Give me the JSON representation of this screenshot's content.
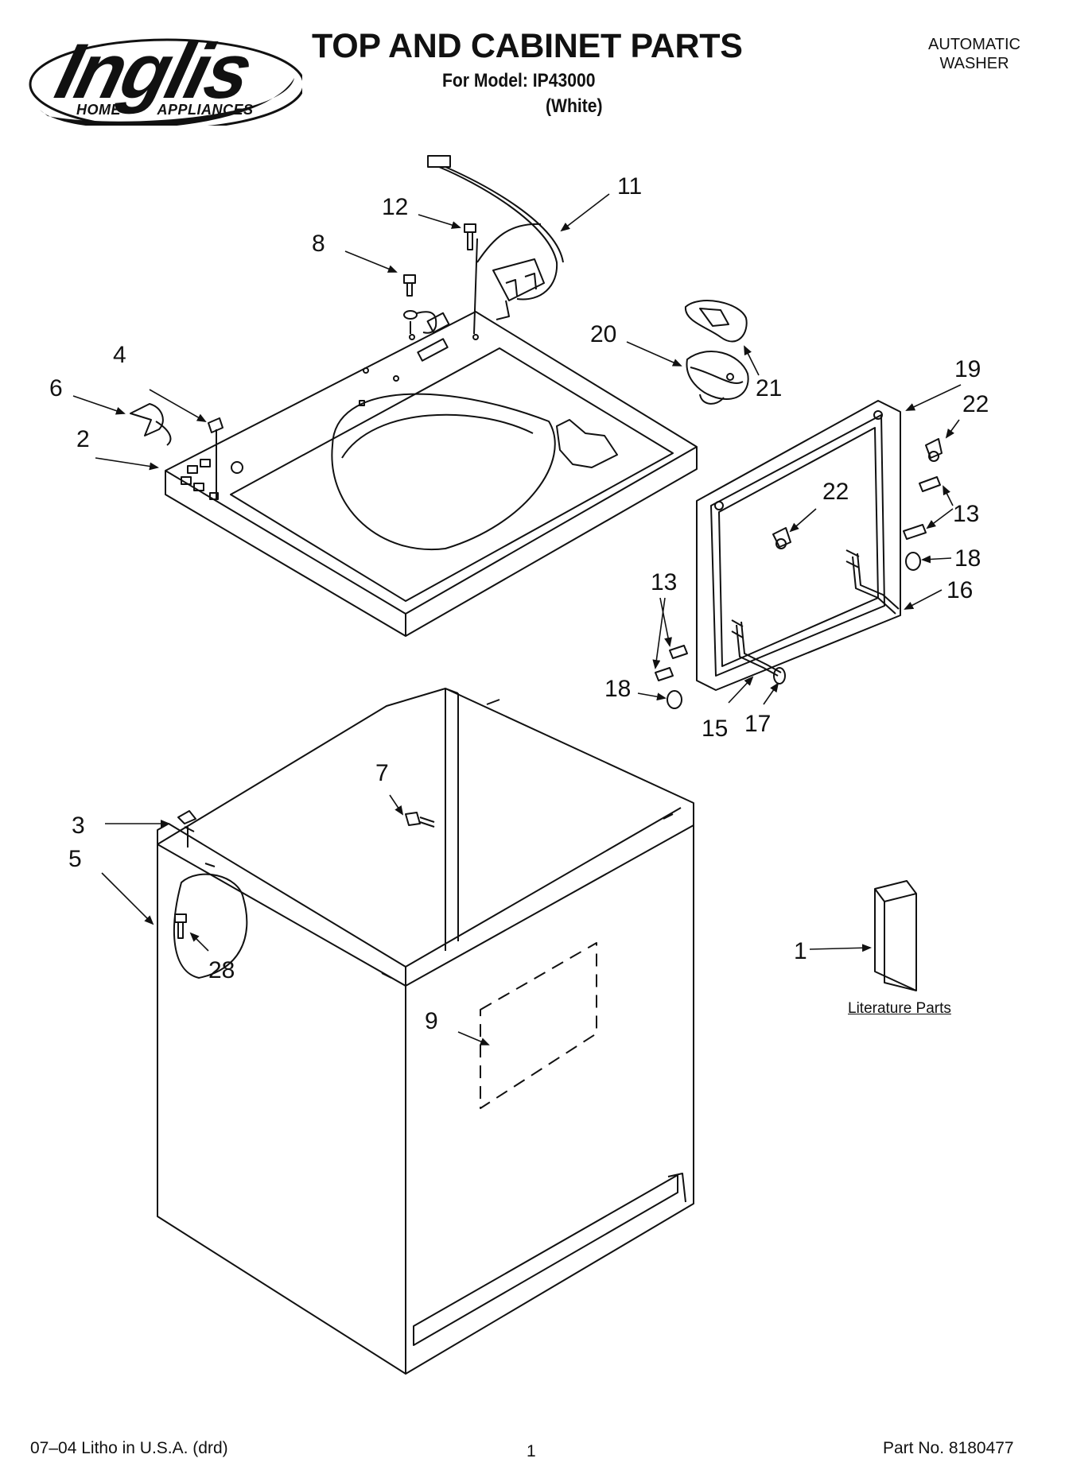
{
  "header": {
    "brand_logo": {
      "icon": "inglis-logo",
      "word": "Inglis",
      "tagline_left": "HOME",
      "tagline_right": "APPLIANCES"
    },
    "title": "TOP AND CABINET PARTS",
    "model_line": "For Model: IP43000",
    "color_line": "(White)",
    "appliance_line1": "AUTOMATIC",
    "appliance_line2": "WASHER"
  },
  "callouts": {
    "c1": "1",
    "c2": "2",
    "c3": "3",
    "c4": "4",
    "c5": "5",
    "c6": "6",
    "c7": "7",
    "c8": "8",
    "c9": "9",
    "c11": "11",
    "c12": "12",
    "c13a": "13",
    "c13b": "13",
    "c15": "15",
    "c16": "16",
    "c17": "17",
    "c18a": "18",
    "c18b": "18",
    "c19": "19",
    "c20": "20",
    "c21": "21",
    "c22a": "22",
    "c22b": "22",
    "c28": "28"
  },
  "literature_label": "Literature Parts",
  "footer": {
    "litho": "07–04 Litho in U.S.A. (drd)",
    "page": "1",
    "part_no": "Part No. 8180477"
  },
  "colors": {
    "ink": "#111111",
    "paper": "#ffffff"
  }
}
